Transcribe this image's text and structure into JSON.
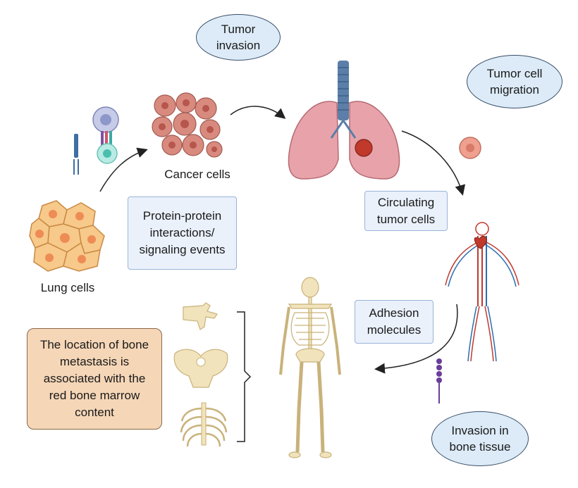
{
  "labels": {
    "lung_cells": "Lung cells",
    "cancer_cells": "Cancer cells",
    "tumor_invasion": "Tumor\ninvasion",
    "tumor_cell_migration": "Tumor cell\nmigration",
    "circulating_tumor_cells": "Circulating\ntumor cells",
    "ppi_signaling": "Protein-protein\ninteractions/\nsignaling events",
    "adhesion_molecules": "Adhesion\nmolecules",
    "invasion_bone_tissue": "Invasion in\nbone tissue",
    "bone_marrow_note": "The location of bone\nmetastasis is\nassociated with the\nred bone marrow\ncontent"
  },
  "icons": [
    "lung-cells-icon",
    "cancer-cells-icon",
    "immune-cell-icon",
    "lungs-icon",
    "tumor-cell-icon",
    "circulatory-system-icon",
    "skeleton-icon",
    "vertebra-icon",
    "pelvis-icon",
    "ribcage-icon",
    "adhesion-molecule-icon",
    "receptor-icon"
  ],
  "colors": {
    "ellipse_fill": "#dcebf7",
    "box_fill": "#eaf1fb",
    "note_fill": "#f5d6b7",
    "lung_cell": "#f7c98a",
    "cancer_cell": "#e8a79a",
    "lung_tissue": "#e7a3a9",
    "bone": "#f1e3bb"
  }
}
